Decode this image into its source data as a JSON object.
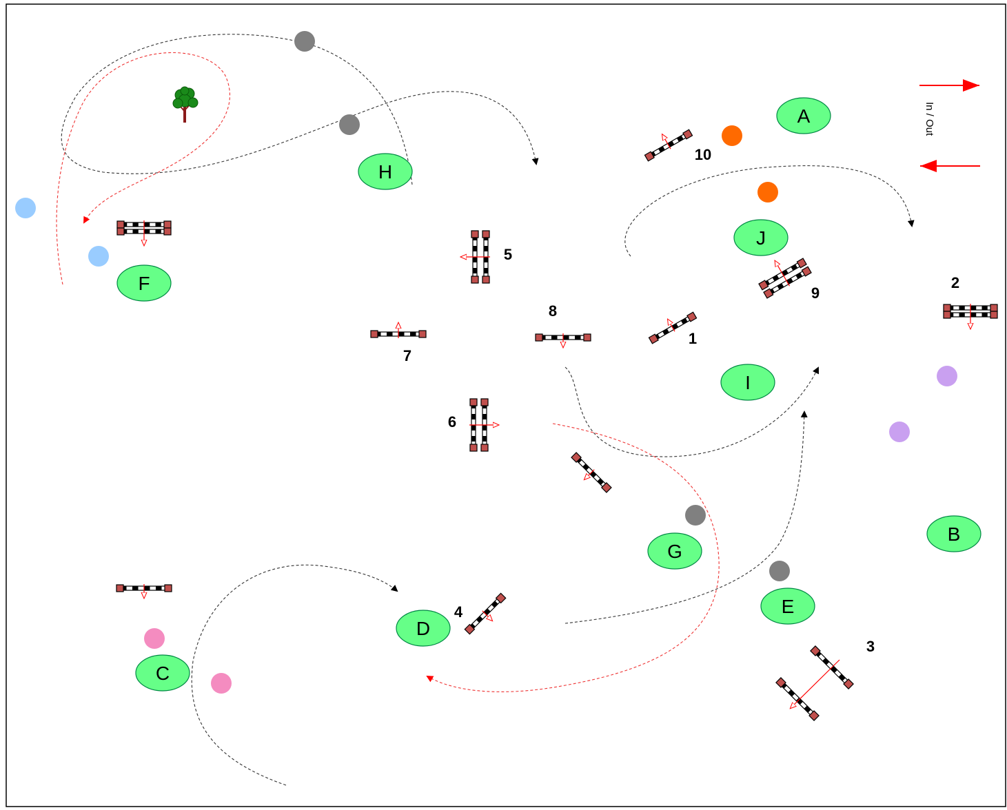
{
  "arena": {
    "in_out_label": "In / Out",
    "arrow_color": "#ff0000"
  },
  "letters": {
    "A": "A",
    "B": "B",
    "C": "C",
    "D": "D",
    "E": "E",
    "F": "F",
    "G": "G",
    "H": "H",
    "I": "I",
    "J": "J"
  },
  "obstacle_numbers": {
    "n1": "1",
    "n2": "2",
    "n3": "3",
    "n4": "4",
    "n5": "5",
    "n6": "6",
    "n7": "7",
    "n8": "8",
    "n9": "9",
    "n10": "10"
  },
  "colors": {
    "letter_fill": "#66ff88",
    "cone_grey": "#808080",
    "cone_orange": "#ff6a00",
    "cone_blue": "#99ccff",
    "cone_purple": "#c9a0f0",
    "cone_pink": "#f48cc0",
    "stand": "#c0504d",
    "route_black": "#333333",
    "route_red": "#ee3333"
  },
  "icons": {
    "tree": "tree-icon"
  }
}
